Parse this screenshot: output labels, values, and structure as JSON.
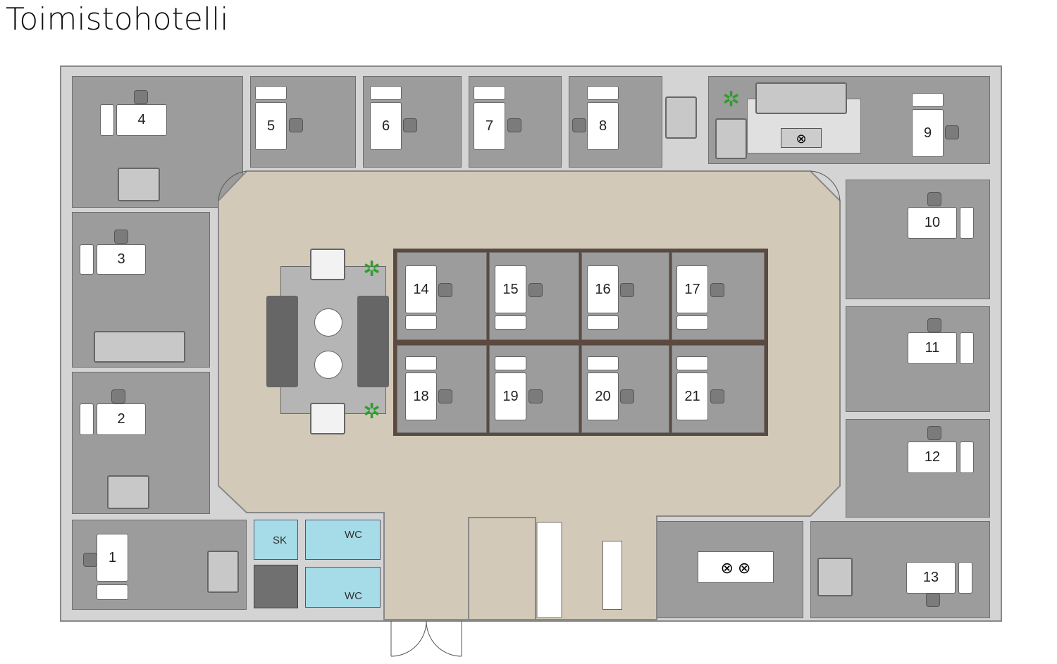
{
  "title": "Toimistohotelli",
  "rooms": {
    "r1": "1",
    "r2": "2",
    "r3": "3",
    "r4": "4",
    "r5": "5",
    "r6": "6",
    "r7": "7",
    "r8": "8",
    "r9": "9",
    "r10": "10",
    "r11": "11",
    "r12": "12",
    "r13": "13"
  },
  "workstations": [
    "14",
    "15",
    "16",
    "17",
    "18",
    "19",
    "20",
    "21"
  ],
  "facilities": {
    "sk": "SK",
    "wc1": "WC",
    "wc2": "WC"
  },
  "colors": {
    "room": "#9c9c9c",
    "floor": "#d2c9b8",
    "wall": "#d4d4d4",
    "wc": "#a6dbe8",
    "plant": "#2e9e2e"
  }
}
